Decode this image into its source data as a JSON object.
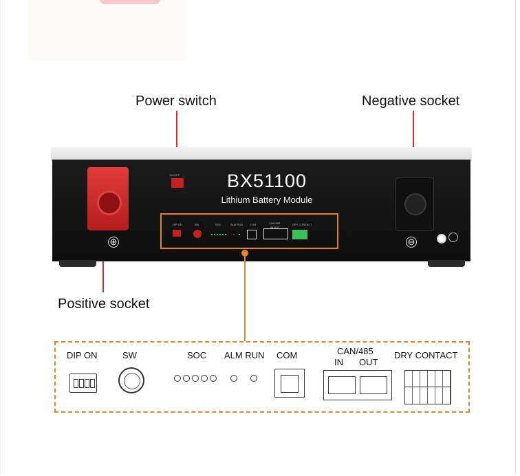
{
  "callouts": {
    "power_switch": "Power switch",
    "negative_socket": "Negative socket",
    "positive_socket": "Positive socket"
  },
  "battery": {
    "model": "BX51100",
    "subtitle": "Lithium Battery Module",
    "terminal_plus": "⊕",
    "terminal_minus": "⊖"
  },
  "panel_labels": {
    "dip_on": "DIP ON",
    "sw": "SW",
    "soc": "SOC",
    "alm_run": "ALM RUN",
    "com": "COM",
    "can485": "CAN/485",
    "in_out": "IN OUT",
    "dry": "DRY CONTACT",
    "power": "ON/OFF"
  },
  "detail": {
    "dip_on": "DIP ON",
    "sw": "SW",
    "soc": "SOC",
    "alm_run": "ALM RUN",
    "com": "COM",
    "can485": "CAN/485",
    "in": "IN",
    "out": "OUT",
    "dry_contact": "DRY CONTACT"
  },
  "colors": {
    "callout_red": "#d42d2d",
    "callout_orange": "#e8822a",
    "terminal_red": "#e23a3a"
  }
}
